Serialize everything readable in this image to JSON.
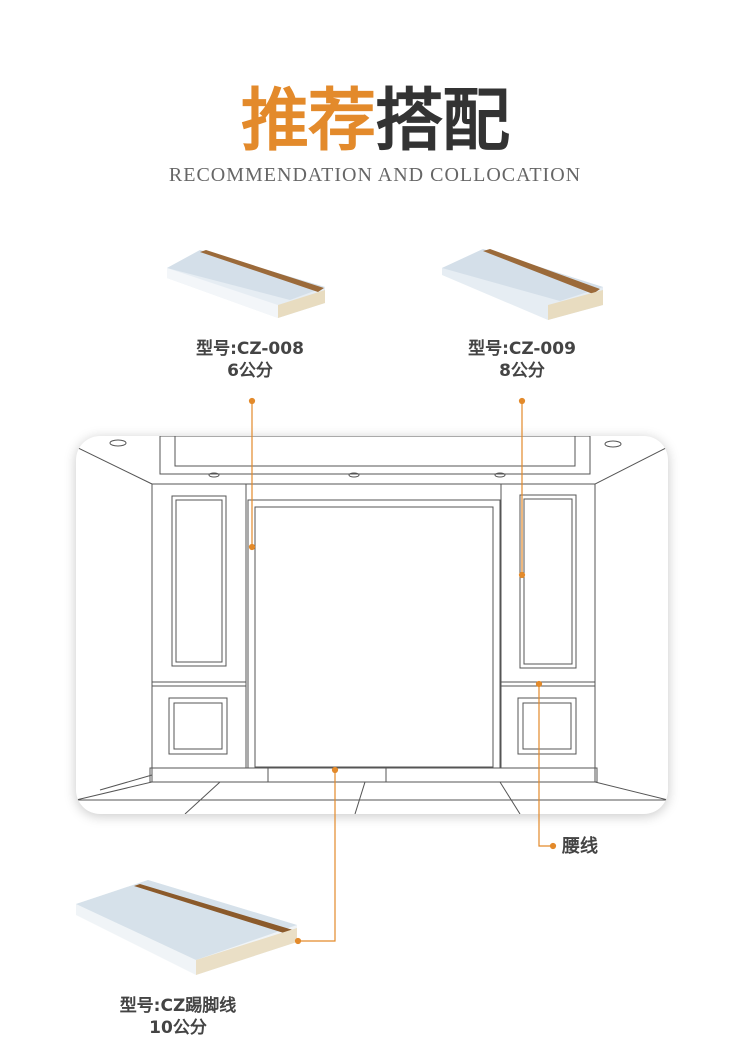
{
  "header": {
    "title_highlight": "推荐",
    "title_rest": "搭配",
    "subtitle": "RECOMMENDATION AND COLLOCATION"
  },
  "products": [
    {
      "model": "型号:CZ-008",
      "size": "6公分"
    },
    {
      "model": "型号:CZ-009",
      "size": "8公分"
    },
    {
      "model": "型号:CZ踢脚线",
      "size": "10公分"
    }
  ],
  "callouts": {
    "waist_line": "腰线"
  },
  "colors": {
    "accent": "#E38A2B",
    "text": "#333333",
    "strip": "#8B5A2B"
  }
}
